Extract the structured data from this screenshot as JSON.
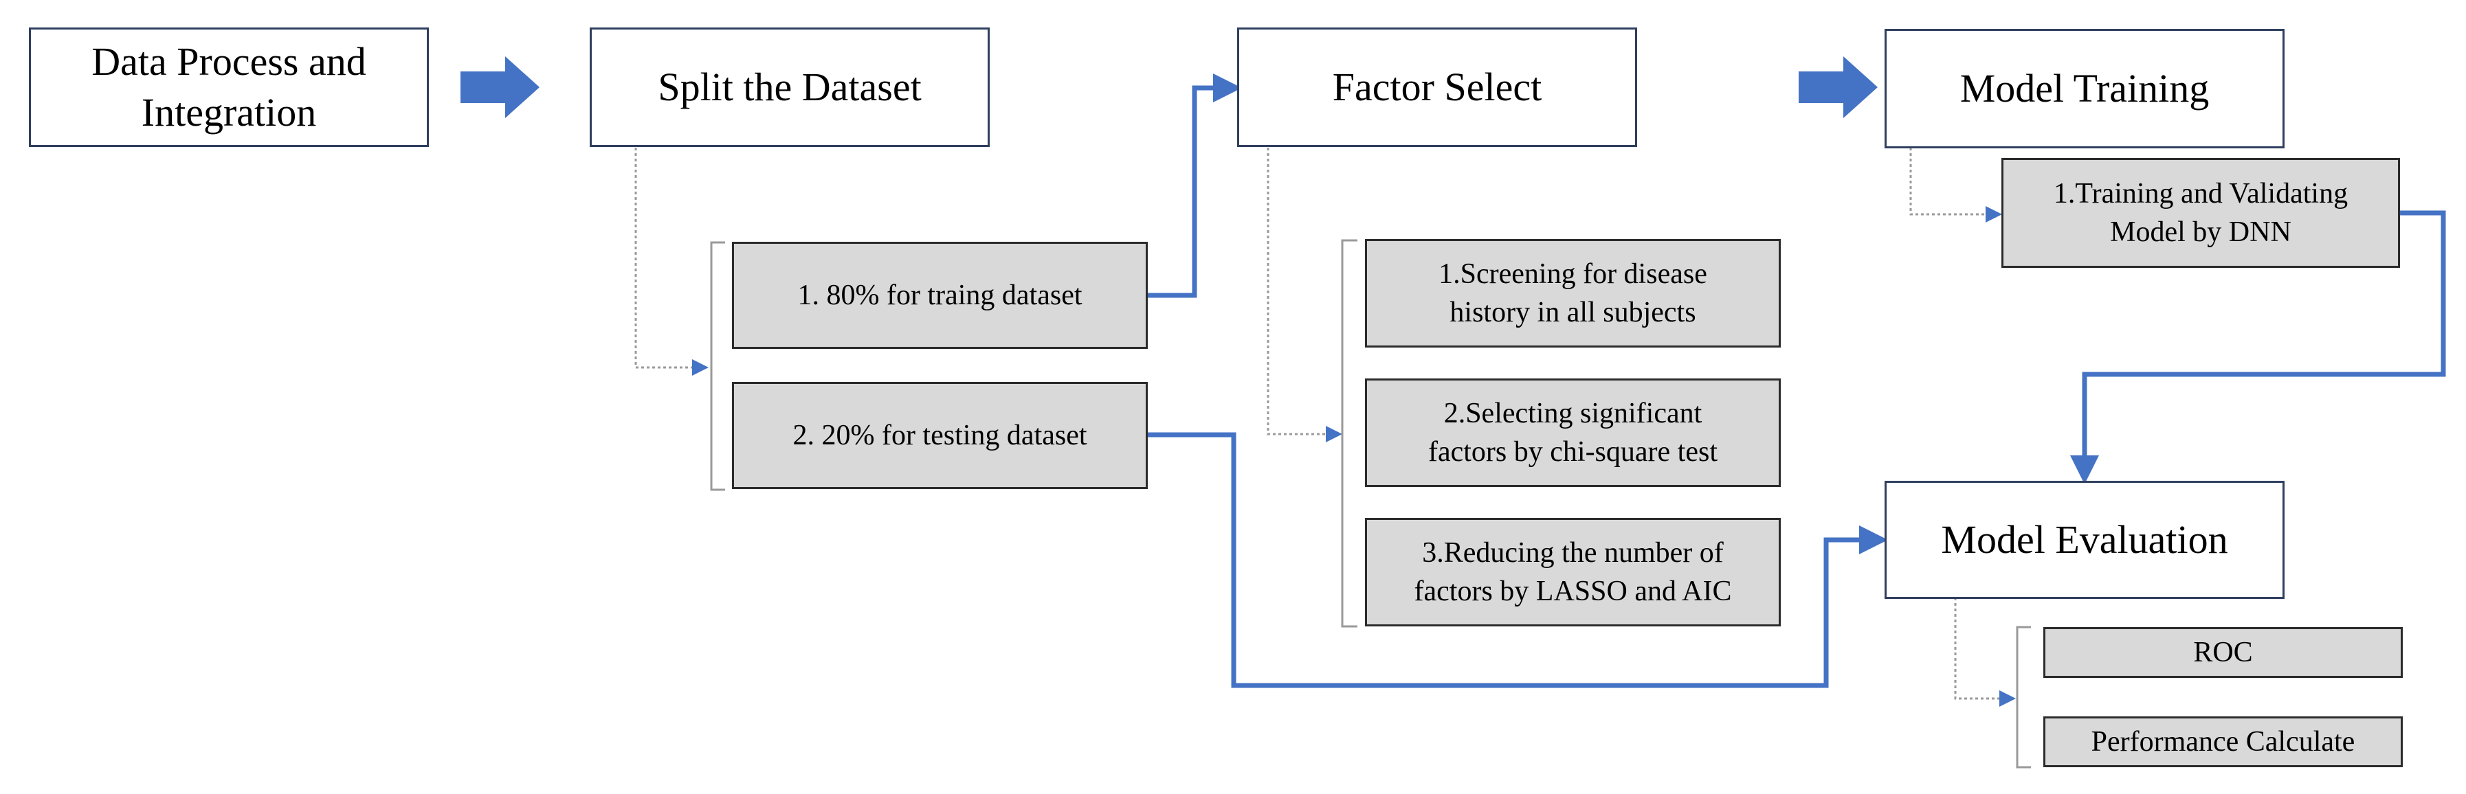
{
  "colors": {
    "flow_arrow": "#4472c4",
    "main_border": "#2f3f5f",
    "sub_fill": "#d9d9d9",
    "bracket": "#9a9a9a"
  },
  "stages": {
    "data_process": "Data Process and\nIntegration",
    "split": "Split the Dataset",
    "factor_select": "Factor Select",
    "model_training": "Model Training",
    "model_evaluation": "Model Evaluation"
  },
  "split_steps": {
    "train": "1. 80% for traing dataset",
    "test": "2. 20% for testing dataset"
  },
  "factor_steps": {
    "screening": "1.Screening for disease\nhistory in all subjects",
    "selecting": "2.Selecting significant\nfactors by chi-square test",
    "reducing": "3.Reducing the number of\nfactors by LASSO and AIC"
  },
  "training_steps": {
    "dnn": "1.Training and Validating\nModel by DNN"
  },
  "evaluation_steps": {
    "roc": "ROC",
    "performance": "Performance Calculate"
  }
}
